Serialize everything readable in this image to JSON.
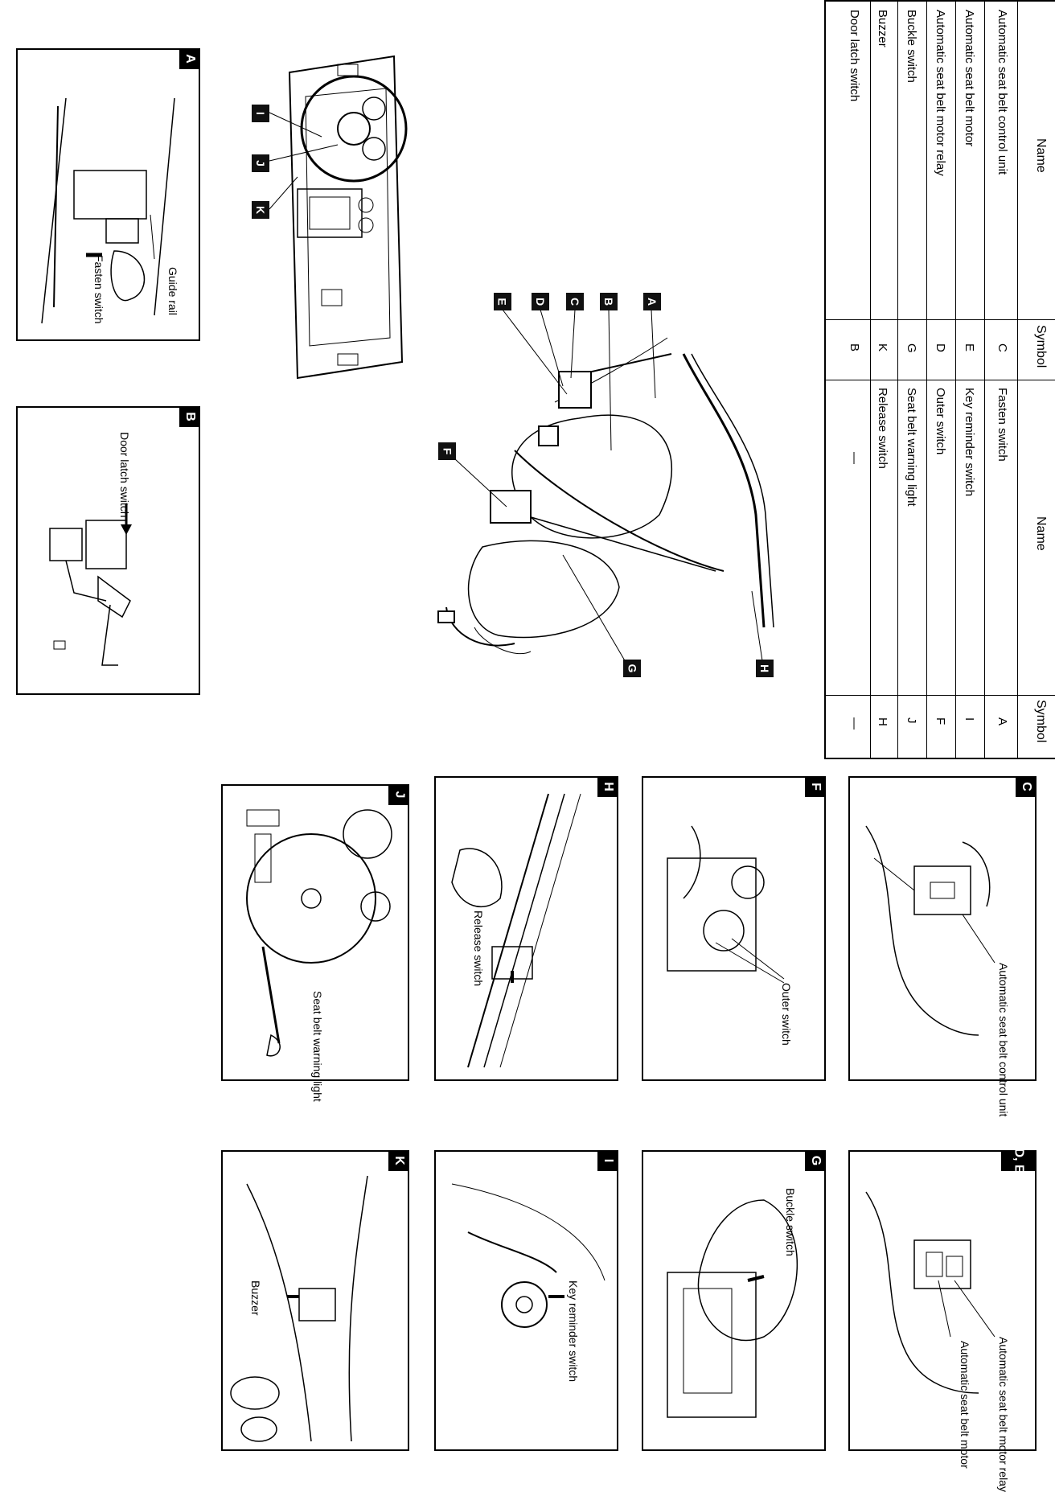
{
  "table": {
    "headers": [
      "Name",
      "Symbol",
      "Name",
      "Symbol"
    ],
    "rows": [
      [
        "Automatic seat belt control unit",
        "C",
        "Fasten switch",
        "A"
      ],
      [
        "Automatic seat belt motor",
        "E",
        "Key reminder switch",
        "I"
      ],
      [
        "Automatic seat belt motor relay",
        "D",
        "Outer switch",
        "F"
      ],
      [
        "Buckle switch",
        "G",
        "Seat belt warning light",
        "J"
      ],
      [
        "Buzzer",
        "K",
        "Release switch",
        "H"
      ],
      [
        "Door latch switch",
        "B",
        "—",
        "—"
      ]
    ]
  },
  "diagram_labels": [
    "A",
    "B",
    "C",
    "D",
    "E",
    "F",
    "G",
    "H",
    "I",
    "J",
    "K"
  ],
  "panels": {
    "A": {
      "tag": "A",
      "captions": [
        "Guide rail",
        "Fasten switch"
      ]
    },
    "B": {
      "tag": "B",
      "captions": [
        "Door latch switch"
      ]
    },
    "C": {
      "tag": "C",
      "captions": [
        "Automatic seat belt control unit"
      ]
    },
    "DE": {
      "tag": "D, E",
      "captions": [
        "Automatic seat belt motor relay",
        "Automatic seat belt motor"
      ]
    },
    "F": {
      "tag": "F",
      "captions": [
        "Outer switch"
      ]
    },
    "G": {
      "tag": "G",
      "captions": [
        "Buckle switch"
      ]
    },
    "H": {
      "tag": "H",
      "captions": [
        "Release switch"
      ]
    },
    "I": {
      "tag": "I",
      "captions": [
        "Key reminder switch"
      ]
    },
    "J": {
      "tag": "J",
      "captions": [
        "Seat belt warning light"
      ]
    },
    "K": {
      "tag": "K",
      "captions": [
        "Buzzer"
      ]
    }
  }
}
